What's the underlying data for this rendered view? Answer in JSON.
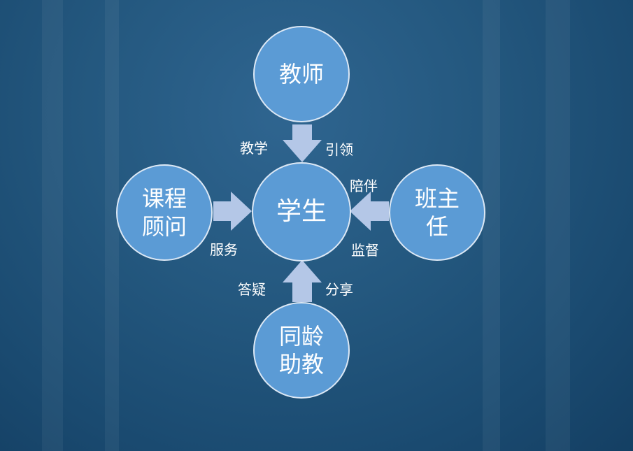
{
  "nodes": {
    "center": "学生",
    "top": "教师",
    "left_line1": "课程",
    "left_line2": "顾问",
    "right_line1": "班主",
    "right_line2": "任",
    "bottom_line1": "同龄",
    "bottom_line2": "助教"
  },
  "labels": {
    "top_left": "教学",
    "top_right": "引领",
    "right_top": "陪伴",
    "right_bottom": "监督",
    "left_bottom": "服务",
    "bottom_left": "答疑",
    "bottom_right": "分享"
  },
  "colors": {
    "circle": "#5b9bd5",
    "arrow": "#b4c7e7",
    "background": "#1f4e78"
  }
}
